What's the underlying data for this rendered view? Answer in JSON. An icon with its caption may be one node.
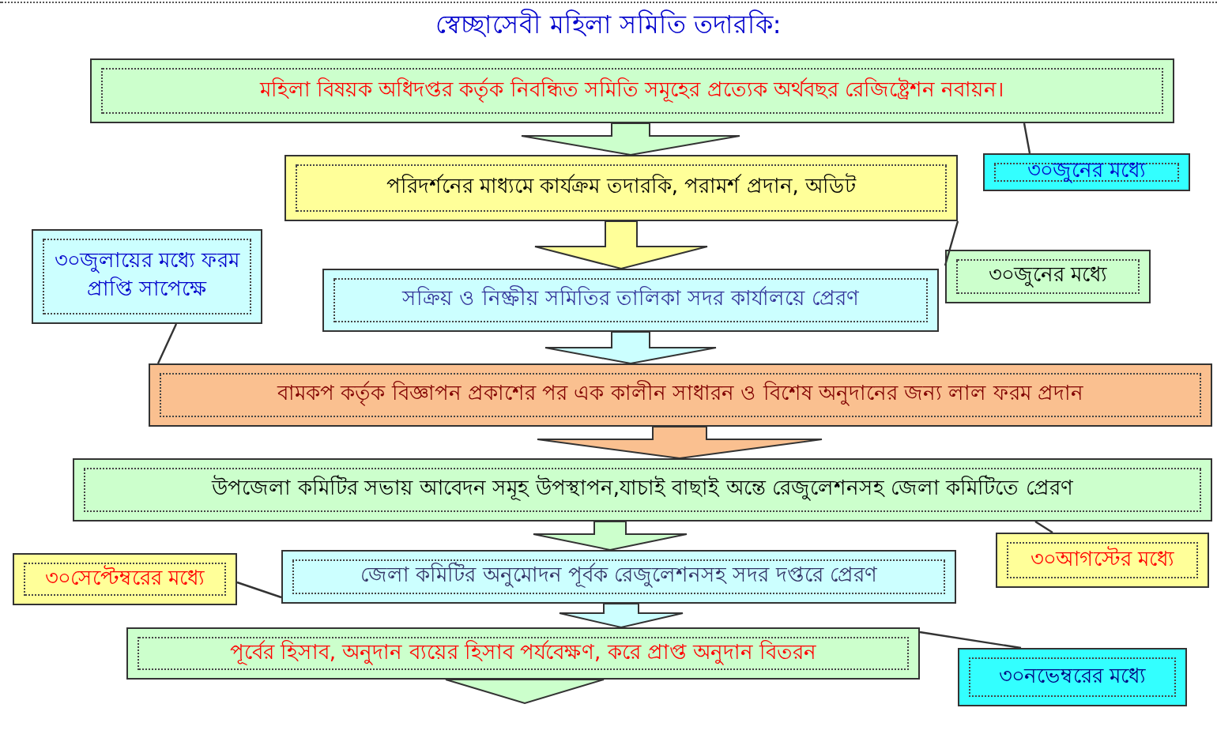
{
  "diagram": {
    "title": "স্বেচ্ছাসেবী মহিলা সমিতি তদারকি:",
    "nodes": [
      {
        "text": [
          "মহিলা বিষয়ক অধিদপ্তর কর্তৃক নিবন্ধিত সমিতি সমূহের প্রত্যেক অর্থবছর রেজিষ্ট্রেশন নবায়ন।"
        ]
      },
      {
        "text": [
          "পরিদর্শনের মাধ্যমে কার্যক্রম তদারকি, পরামর্শ প্রদান, অডিট"
        ]
      },
      {
        "text": [
          "৩০জুনের মধ্যে"
        ]
      },
      {
        "text": [
          "৩০জুলায়ের মধ্যে ফরম প্রাপ্তি সাপেক্ষে"
        ]
      },
      {
        "text": [
          "৩০জুনের মধ্যে"
        ]
      },
      {
        "text": [
          "সক্রিয় ও নিষ্ক্রীয় সমিতির তালিকা সদর কার্যালয়ে প্রেরণ"
        ]
      },
      {
        "text": [
          "বামকপ কর্তৃক বিজ্ঞাপন প্রকাশের পর এক কালীন সাধারন ও বিশেষ অনুদানের জন্য লাল ফরম প্রদান"
        ]
      },
      {
        "text": [
          "উপজেলা কমিটির সভায় আবেদন সমূহ উপস্থাপন,যাচাই বাছাই অন্তে রেজুলেশনসহ জেলা কমিটিতে প্রেরণ"
        ]
      },
      {
        "text": [
          "৩০আগস্টের মধ্যে"
        ]
      },
      {
        "text": [
          "৩০সেপ্টেম্বরের মধ্যে"
        ]
      },
      {
        "text": [
          "জেলা কমিটির অনুমোদন পূর্বক রেজুলেশনসহ সদর দপ্তরে প্রেরণ"
        ]
      },
      {
        "text": [
          "পূর্বের হিসাব, অনুদান ব্যয়ের হিসাব পর্যবেক্ষণ, করে প্রাপ্ত অনুদান বিতরন"
        ]
      },
      {
        "text": [
          "৩০নভেম্বরের মধ্যে"
        ]
      }
    ],
    "edges": [
      {
        "from": 0,
        "to": 1,
        "arrow": "to",
        "color": "#ccffcc"
      },
      {
        "from": 1,
        "to": 5,
        "arrow": "to",
        "color": "#ffff99"
      },
      {
        "from": 5,
        "to": 6,
        "arrow": "to",
        "color": "#ccffff"
      },
      {
        "from": 6,
        "to": 7,
        "arrow": "to",
        "color": "#fac090"
      },
      {
        "from": 7,
        "to": 10,
        "arrow": "to",
        "color": "#ccffcc"
      },
      {
        "from": 10,
        "to": 11,
        "arrow": "to",
        "color": "#ccffff"
      },
      {
        "from": 11,
        "to": null,
        "arrow": "to",
        "color": "#ccffcc"
      },
      {
        "from": 2,
        "to": 0,
        "arrow": "none"
      },
      {
        "from": 3,
        "to": 6,
        "arrow": "none"
      },
      {
        "from": 4,
        "to": 1,
        "arrow": "none"
      },
      {
        "from": 8,
        "to": 7,
        "arrow": "none"
      },
      {
        "from": 9,
        "to": 10,
        "arrow": "none"
      },
      {
        "from": 12,
        "to": 11,
        "arrow": "none"
      }
    ]
  }
}
